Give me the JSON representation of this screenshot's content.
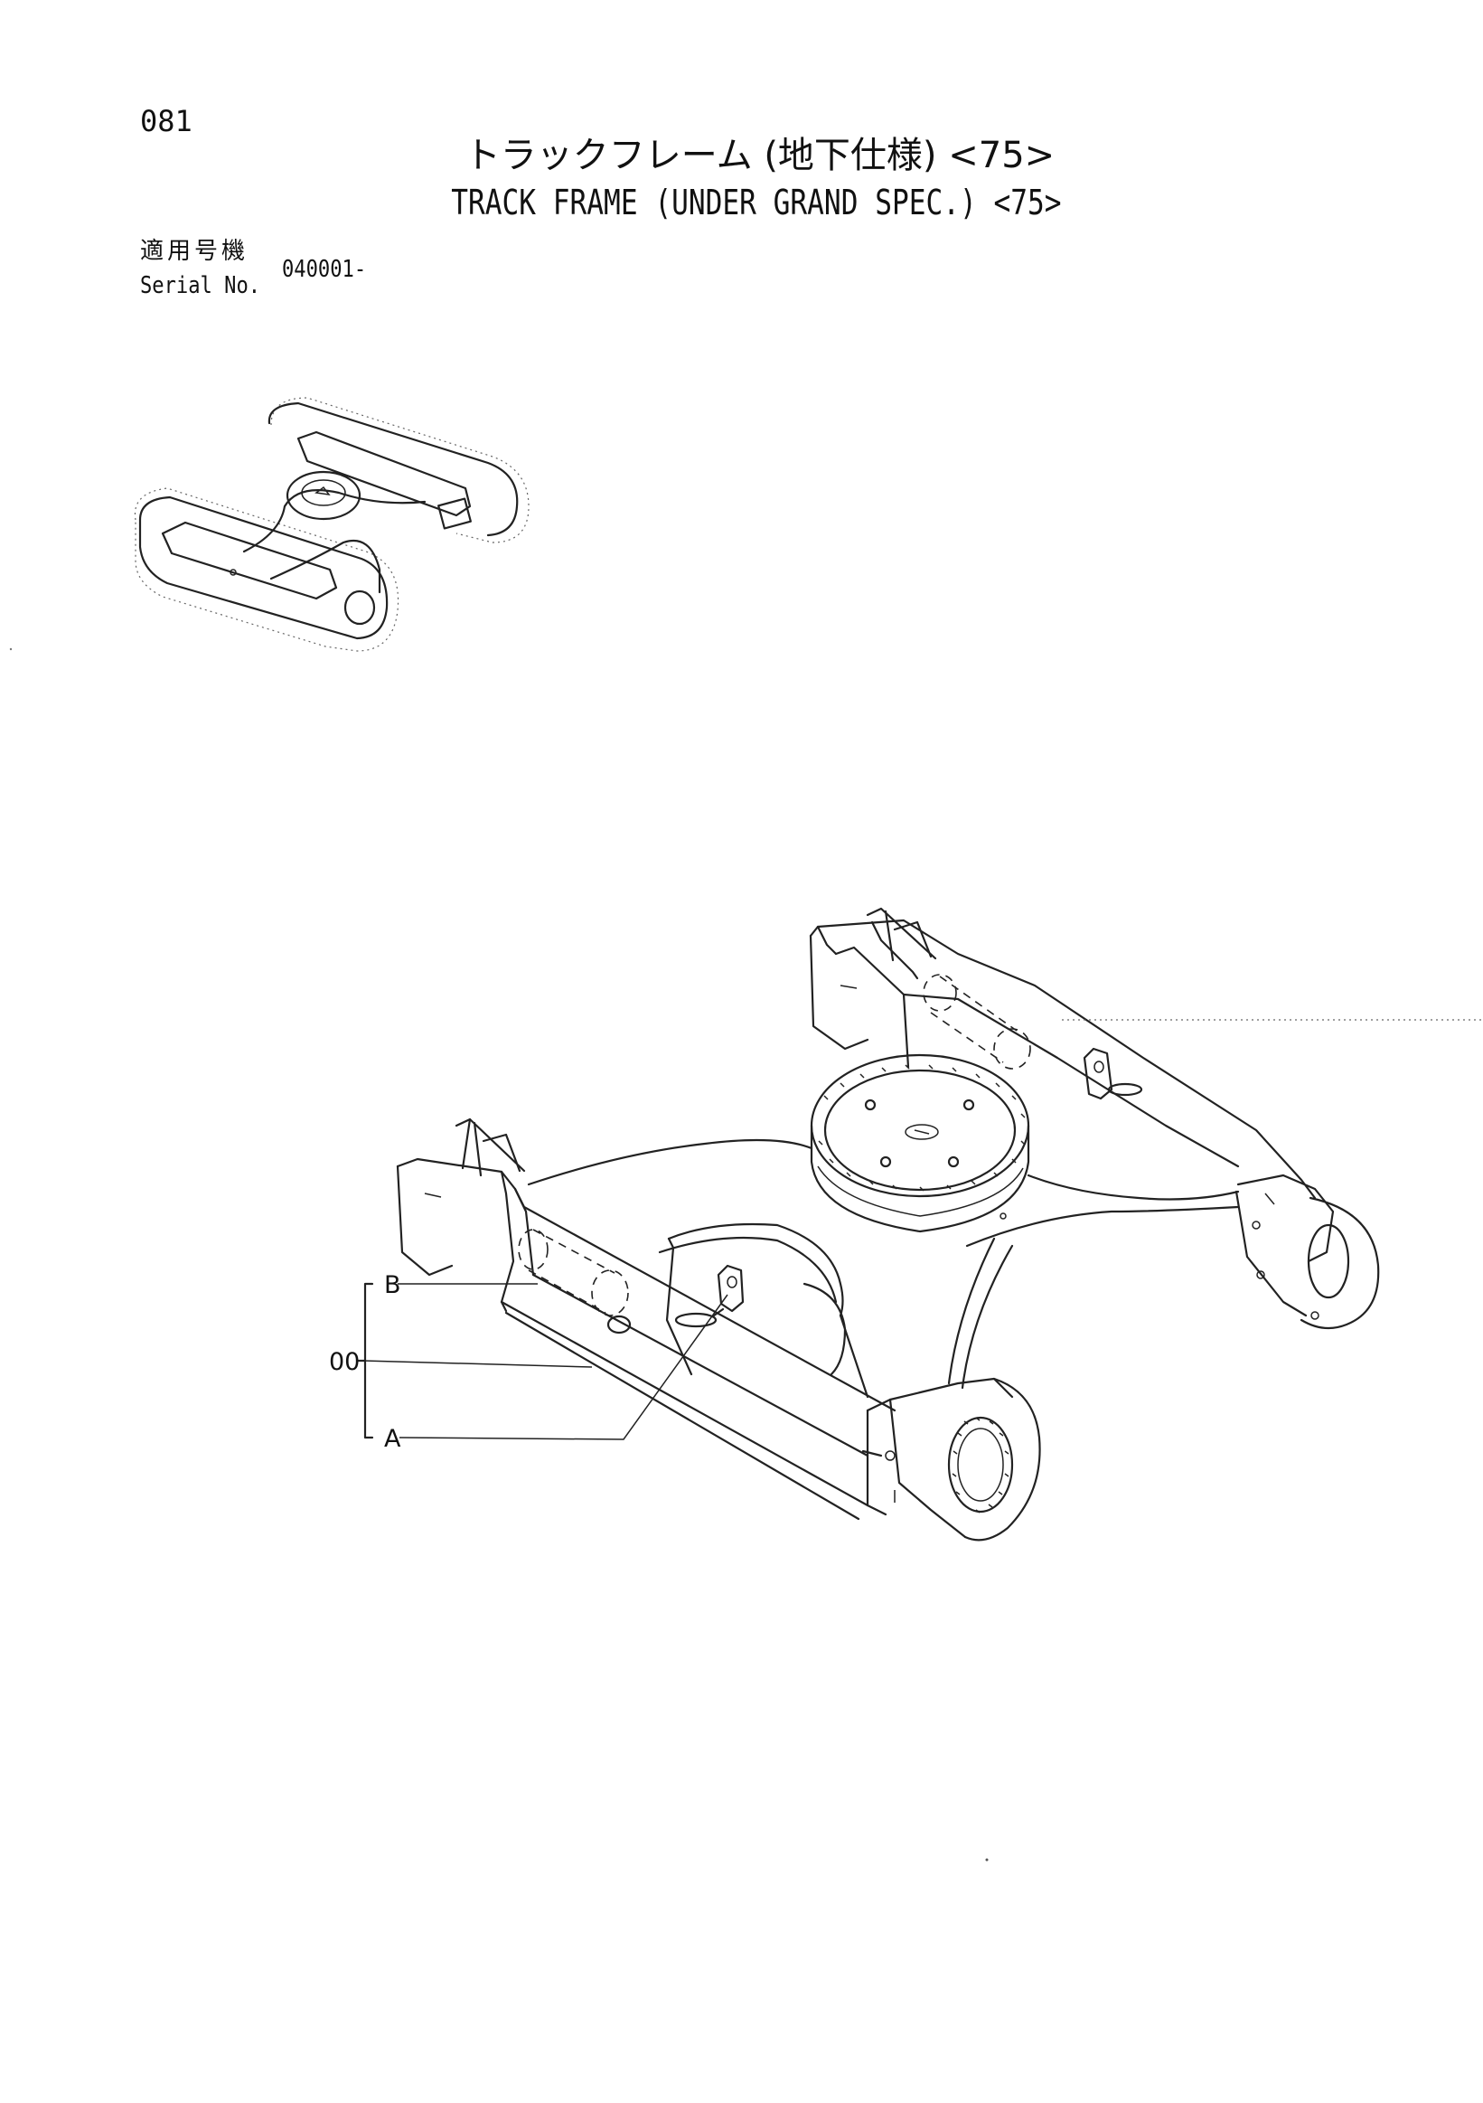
{
  "page": {
    "number": "081",
    "title_jp": "トラックフレーム (地下仕様) <75>",
    "title_en": "TRACK FRAME (UNDER GRAND SPEC.) <75>"
  },
  "serial": {
    "label_jp": "適用号機",
    "label_en": "Serial No.",
    "value": "040001-"
  },
  "callouts": {
    "b": "B",
    "assembly": "00",
    "a": "A"
  }
}
